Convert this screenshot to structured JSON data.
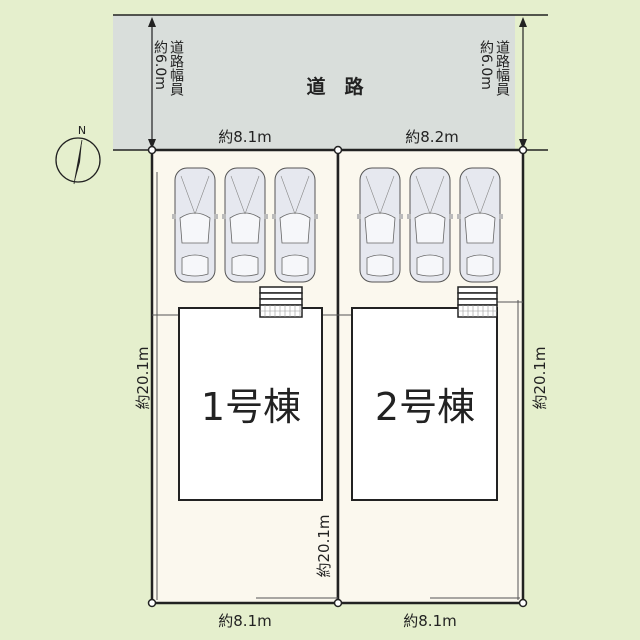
{
  "road": {
    "label": "道　路",
    "width_label_title": "道路幅員",
    "width_label_value": "約6.0m"
  },
  "compass": {
    "label": "N"
  },
  "frontage": {
    "lot1": "約8.1m",
    "lot2": "約8.2m"
  },
  "rear": {
    "lot1": "約8.1m",
    "lot2": "約8.1m"
  },
  "depth": {
    "left": "約20.1m",
    "middle": "約20.1m",
    "right": "約20.1m"
  },
  "buildings": [
    {
      "label": "1号棟"
    },
    {
      "label": "2号棟"
    }
  ],
  "parking": {
    "lot1_cars": 3,
    "lot2_cars": 3
  },
  "colors": {
    "background": "#e5efcd",
    "road": "#d9dedb",
    "lot": "#fbf8ee",
    "building": "#ffffff",
    "line": "#222222",
    "car": "#e6e8ef"
  }
}
